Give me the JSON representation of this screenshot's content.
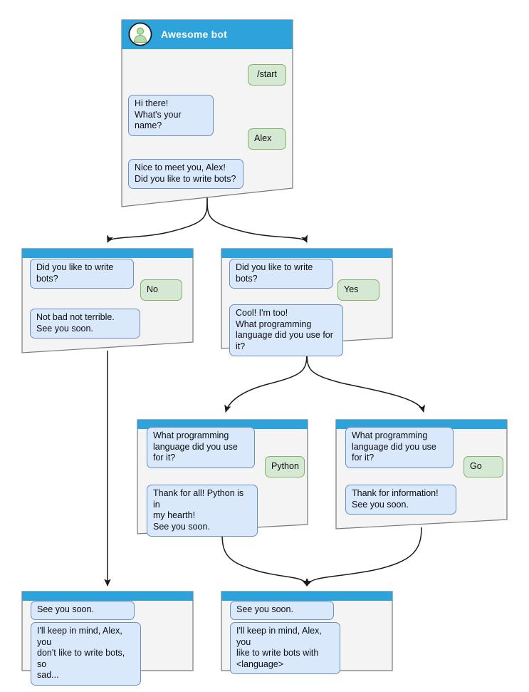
{
  "diagram": {
    "title": "Bot conversation flow",
    "colors": {
      "header_blue": "#2da2db",
      "card_fill": "#f4f4f4",
      "card_stroke": "#7a7a7a",
      "bot_bubble_fill": "#dae8fc",
      "bot_bubble_stroke": "#6c8ebf",
      "user_bubble_fill": "#d5e8d4",
      "user_bubble_stroke": "#82b366",
      "edge_stroke": "#1a1a1a",
      "avatar_fill": "#ffffff",
      "avatar_person": "#b9dcae"
    }
  },
  "cards": [
    {
      "id": "start",
      "header": {
        "title": "Awesome bot",
        "avatar": "person-avatar-icon"
      },
      "messages": [
        {
          "role": "user",
          "text": "/start"
        },
        {
          "role": "bot",
          "text": "Hi there!\nWhat's your name?"
        },
        {
          "role": "user",
          "text": "Alex"
        },
        {
          "role": "bot",
          "text": "Nice to meet you, Alex!\nDid you like to write bots?"
        }
      ]
    },
    {
      "id": "answer-no",
      "header": {
        "title": ""
      },
      "messages": [
        {
          "role": "bot",
          "text": "Did you like to write bots?"
        },
        {
          "role": "user",
          "text": "No"
        },
        {
          "role": "bot",
          "text": "Not bad not terrible.\nSee you soon."
        }
      ]
    },
    {
      "id": "answer-yes",
      "header": {
        "title": ""
      },
      "messages": [
        {
          "role": "bot",
          "text": "Did you like to write bots?"
        },
        {
          "role": "user",
          "text": "Yes"
        },
        {
          "role": "bot",
          "text": "Cool! I'm too!\nWhat programming\nlanguage did you use for it?"
        }
      ]
    },
    {
      "id": "lang-python",
      "header": {
        "title": ""
      },
      "messages": [
        {
          "role": "bot",
          "text": "What programming\nlanguage did you use for it?"
        },
        {
          "role": "user",
          "text": "Python"
        },
        {
          "role": "bot",
          "text": "Thank for all! Python is in\nmy hearth!\nSee you soon."
        }
      ]
    },
    {
      "id": "lang-go",
      "header": {
        "title": ""
      },
      "messages": [
        {
          "role": "bot",
          "text": "What programming\nlanguage did you use for it?"
        },
        {
          "role": "user",
          "text": "Go"
        },
        {
          "role": "bot",
          "text": "Thank for information!\nSee you soon."
        }
      ]
    },
    {
      "id": "end-sad",
      "header": {
        "title": ""
      },
      "messages": [
        {
          "role": "bot",
          "text": "See you soon."
        },
        {
          "role": "bot",
          "text": "I'll keep in mind, Alex, you\ndon't like to write bots, so\nsad..."
        }
      ]
    },
    {
      "id": "end-happy",
      "header": {
        "title": ""
      },
      "messages": [
        {
          "role": "bot",
          "text": "See you soon."
        },
        {
          "role": "bot",
          "text": "I'll keep in mind, Alex, you\nlike to write bots with\n<language>"
        }
      ]
    }
  ]
}
